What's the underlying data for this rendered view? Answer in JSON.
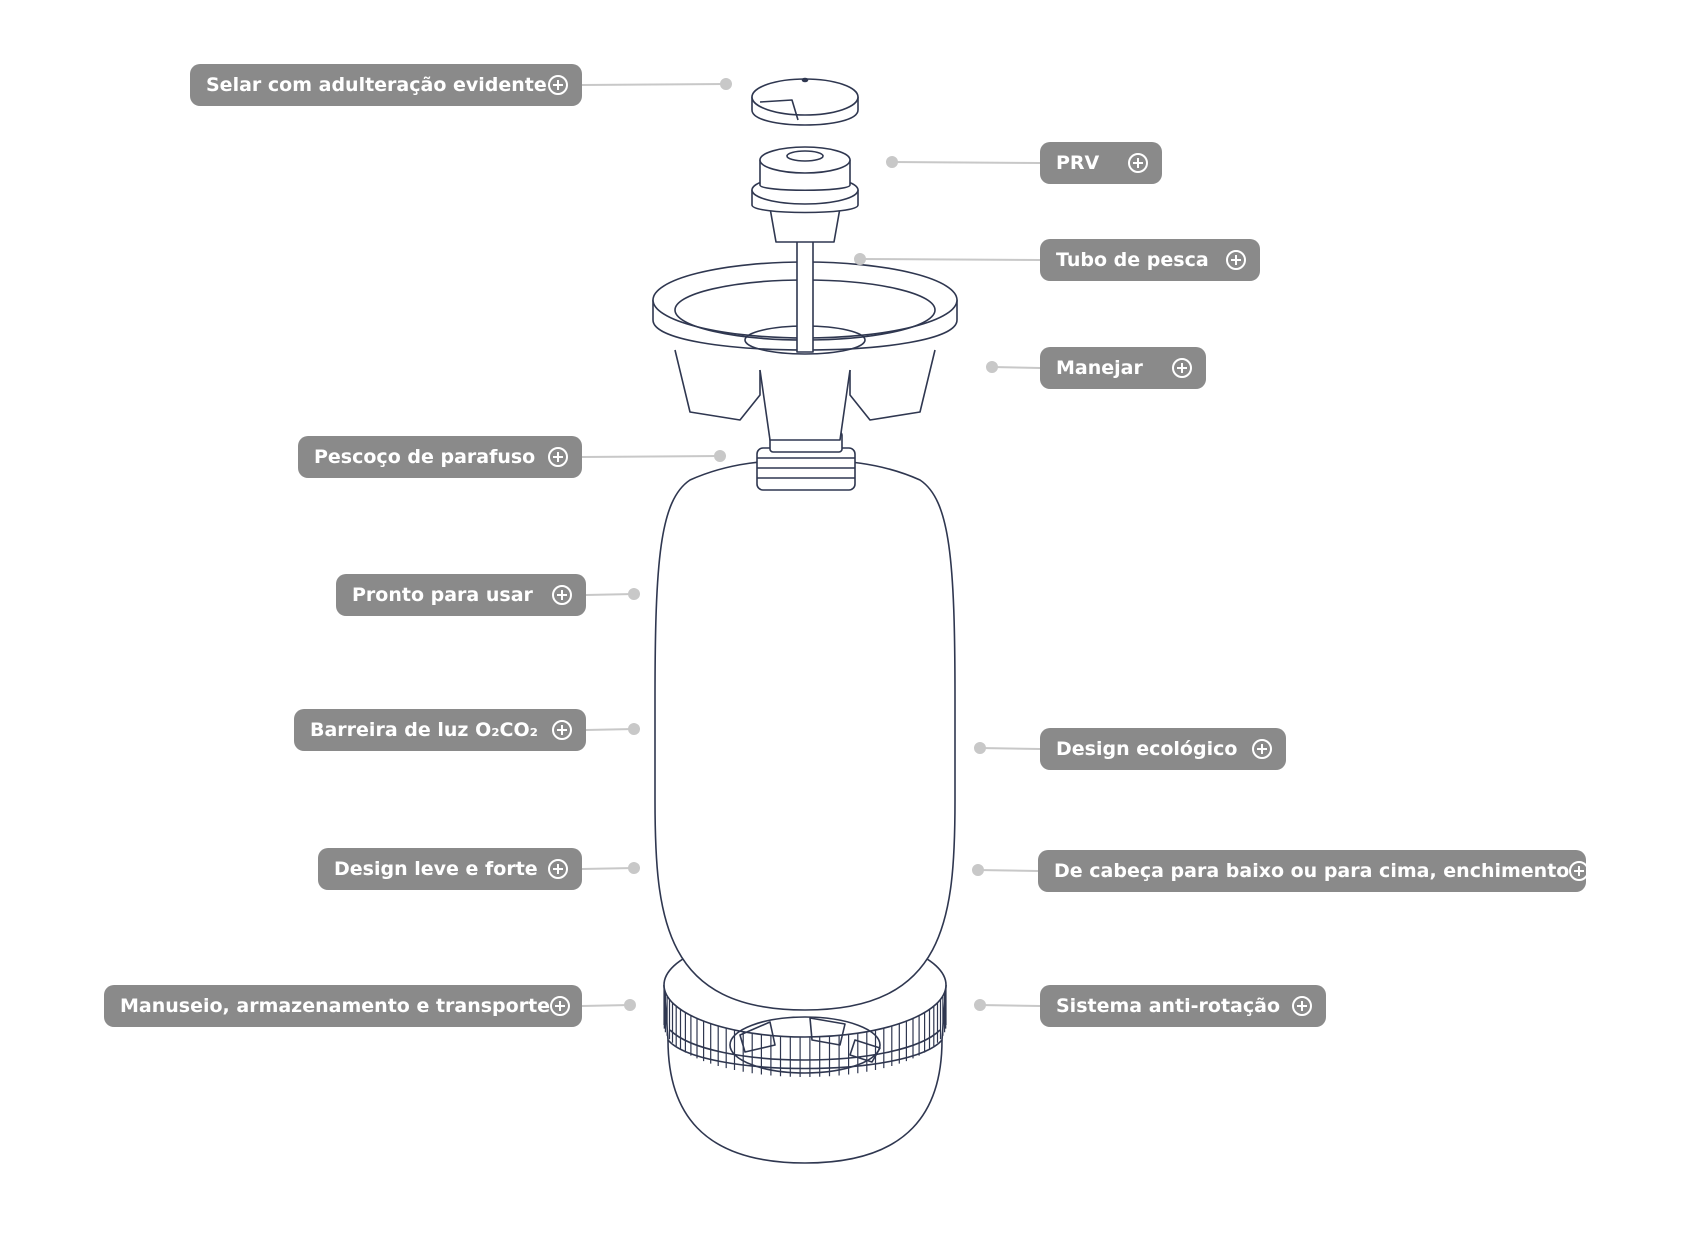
{
  "callouts": [
    {
      "id": "tamper",
      "label": "Selar com adulteração evidente",
      "icon": "plus-circle-icon"
    },
    {
      "id": "prv",
      "label": "PRV",
      "icon": "plus-circle-icon"
    },
    {
      "id": "dip-tube",
      "label": "Tubo de pesca",
      "icon": "plus-circle-icon"
    },
    {
      "id": "handle",
      "label": "Manejar",
      "icon": "plus-circle-icon"
    },
    {
      "id": "screw-neck",
      "label": "Pescoço de parafuso",
      "icon": "plus-circle-icon"
    },
    {
      "id": "ready",
      "label": "Pronto para usar",
      "icon": "plus-circle-icon"
    },
    {
      "id": "barrier",
      "label": "Barreira de luz O₂CO₂",
      "icon": "plus-circle-icon"
    },
    {
      "id": "eco",
      "label": "Design ecológico",
      "icon": "plus-circle-icon"
    },
    {
      "id": "light-strong",
      "label": "Design leve e forte",
      "icon": "plus-circle-icon"
    },
    {
      "id": "upside-down",
      "label": "De cabeça para baixo ou para cima, enchimento",
      "icon": "plus-circle-icon"
    },
    {
      "id": "handling",
      "label": "Manuseio, armazenamento e transporte",
      "icon": "plus-circle-icon"
    },
    {
      "id": "anti-rotation",
      "label": "Sistema anti-rotação",
      "icon": "plus-circle-icon"
    }
  ],
  "colors": {
    "pill": "#8a8a8a",
    "leader": "#c8c8c8",
    "outline": "#2f3750",
    "text": "#ffffff"
  }
}
